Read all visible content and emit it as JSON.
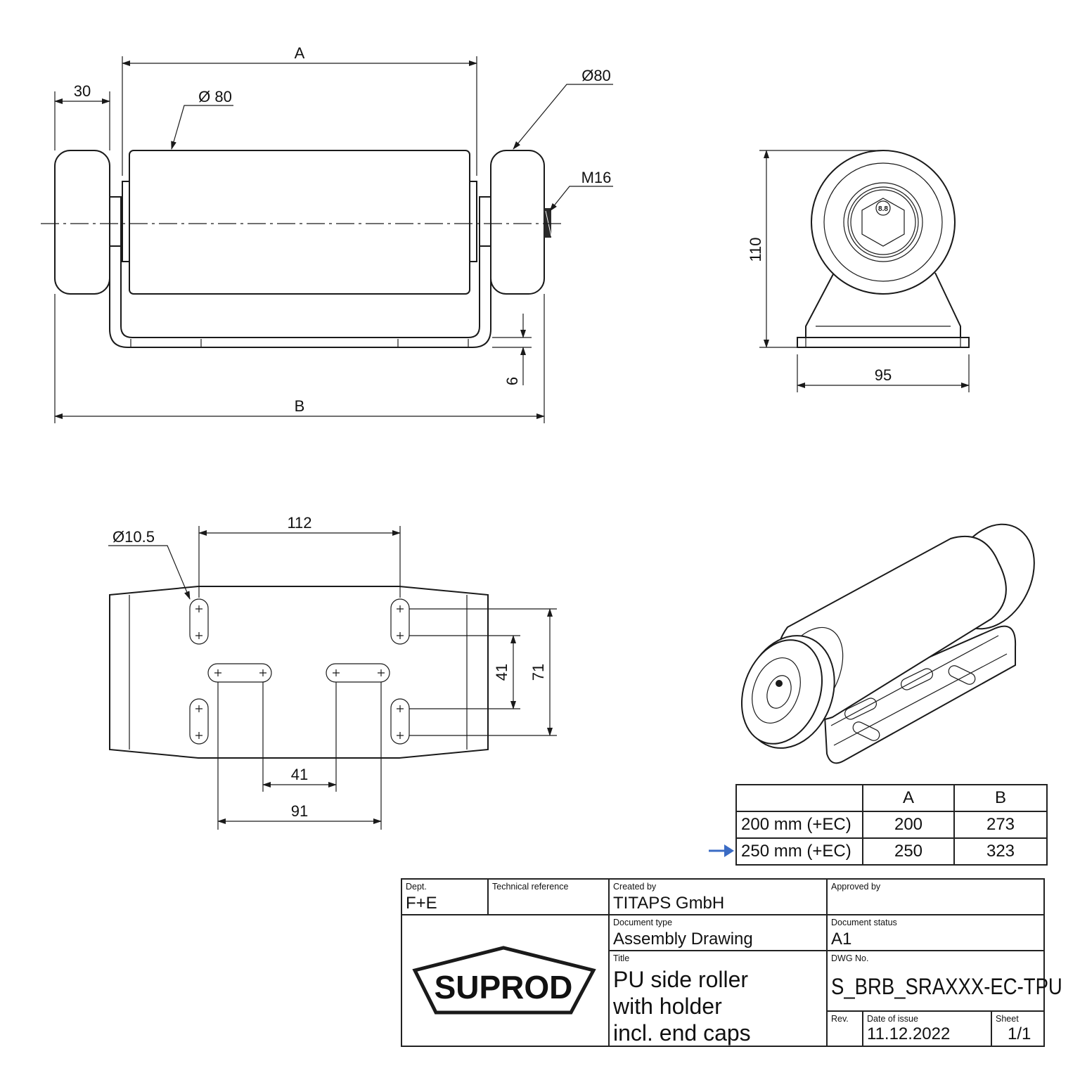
{
  "dimensions": {
    "A": "A",
    "B": "B",
    "end_width": "30",
    "roller_dia": "Ø 80",
    "endcap_dia": "Ø80",
    "thread": "M16",
    "plate_thickness": "6",
    "height": "110",
    "width": "95",
    "hole_dia": "Ø10.5",
    "hole_spacing_x": "112",
    "slot_inner": "41",
    "slot_outer": "91",
    "vert_inner": "41",
    "vert_outer": "71"
  },
  "bolt_mark": "8.8",
  "variant_table": {
    "headers": [
      "",
      "A",
      "B"
    ],
    "rows": [
      {
        "label": "200 mm (+EC)",
        "A": "200",
        "B": "273",
        "selected": false
      },
      {
        "label": "250 mm (+EC)",
        "A": "250",
        "B": "323",
        "selected": true
      }
    ],
    "arrow_color": "#3a6bc4"
  },
  "title_block": {
    "dept_label": "Dept.",
    "dept": "F+E",
    "techref_label": "Technical reference",
    "techref": "",
    "created_label": "Created by",
    "created": "TITAPS GmbH",
    "approved_label": "Approved by",
    "approved": "",
    "doctype_label": "Document type",
    "doctype": "Assembly Drawing",
    "docstatus_label": "Document status",
    "docstatus": "A1",
    "title_label": "Title",
    "title_lines": [
      "PU side roller",
      "with holder",
      "incl. end caps"
    ],
    "dwg_label": "DWG No.",
    "dwg": "S_BRB_SRAXXX-EC-TPU",
    "rev_label": "Rev.",
    "rev": "",
    "date_label": "Date of issue",
    "date": "11.12.2022",
    "sheet_label": "Sheet",
    "sheet": "1/1",
    "logo": "SUPROD"
  }
}
